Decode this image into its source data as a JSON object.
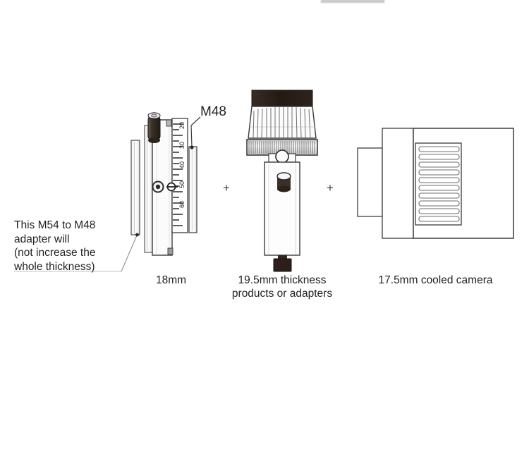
{
  "diagram": {
    "type": "exploded-assembly-illustration",
    "subject": "Telescope imaging train back-focus stack: M54-to-M48 adapter, focuser, filter wheel / adapter, cooled camera",
    "background_color": "#ffffff",
    "line_color": "#3c3c3c",
    "dark_part_color": "#2a1f1a",
    "knob_color": "#3a3028",
    "text_color": "#231f20"
  },
  "annotations": {
    "adapter_note": "This M54 to M48\nadapter will\n(not increase the\nwhole thickness)",
    "m48_label": "M48"
  },
  "operators": {
    "plus_1": "+",
    "plus_2": "+"
  },
  "components": [
    {
      "id": "focuser",
      "caption": "18mm",
      "caption_lines": [
        "18mm"
      ],
      "scale_ticks": [
        "20",
        "30",
        "40",
        "50",
        "60"
      ],
      "has_thin_adapter_plate": true,
      "has_top_knob": true,
      "has_side_port": true
    },
    {
      "id": "filter-wheel-adapter",
      "caption": "19.5mm thickness\nproducts or adapters",
      "caption_lines": [
        "19.5mm thickness",
        "products or adapters"
      ],
      "has_knurled_ring": true,
      "has_thumbscrew": true,
      "has_bottom_foot": true
    },
    {
      "id": "cooled-camera",
      "caption": "17.5mm cooled camera",
      "caption_lines": [
        "17.5mm cooled camera"
      ],
      "cooling_fin_count": 10,
      "has_nosepiece": true
    }
  ]
}
